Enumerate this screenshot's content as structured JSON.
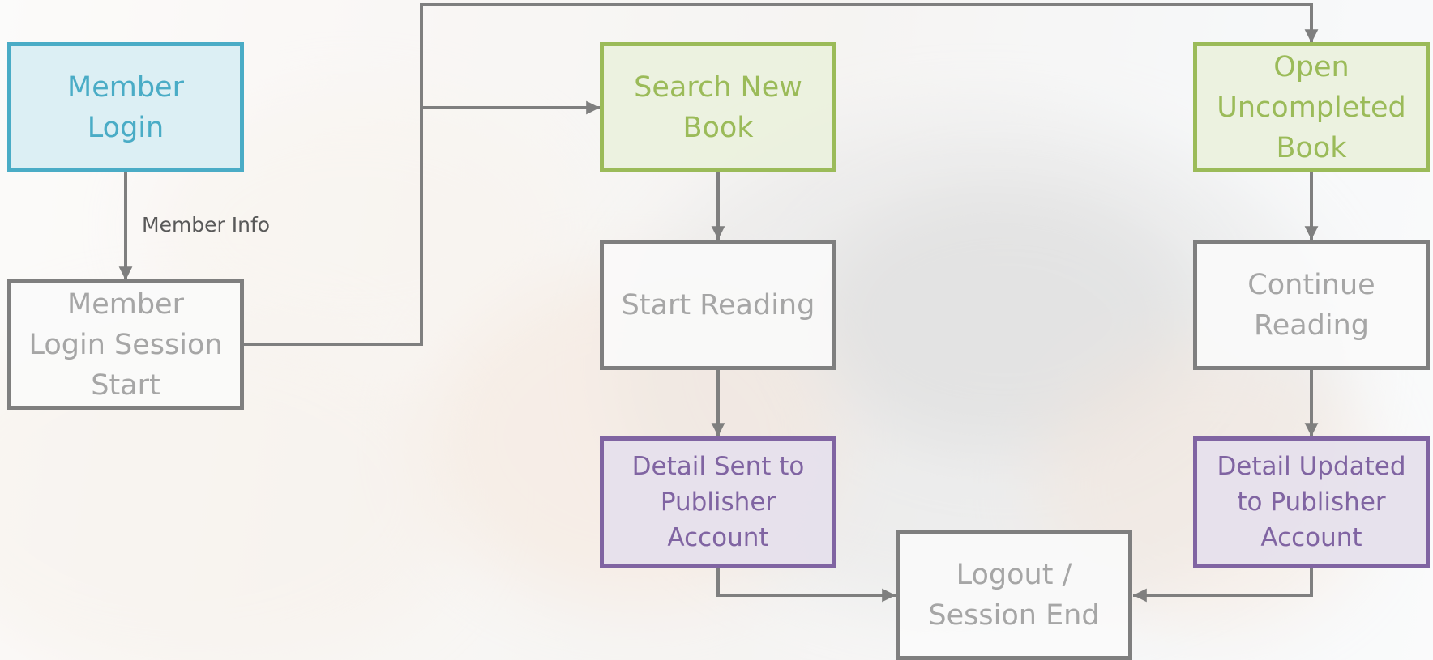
{
  "colors": {
    "connector": "#7f7f7f",
    "login": "#4aacc6",
    "green": "#9bbb59",
    "purple": "#8064a2",
    "neutral_text": "#a6a6a6"
  },
  "nodes": {
    "member_login": "Member\nLogin",
    "session_start": "Member\nLogin Session\nStart",
    "search_new_book": "Search New\nBook",
    "open_uncompleted_book": "Open\nUncompleted\nBook",
    "start_reading": "Start Reading",
    "continue_reading": "Continue\nReading",
    "detail_sent": "Detail Sent to\nPublisher\nAccount",
    "detail_updated": "Detail Updated\nto Publisher\nAccount",
    "logout": "Logout /\nSession End"
  },
  "edge_labels": {
    "member_info": "Member Info"
  }
}
